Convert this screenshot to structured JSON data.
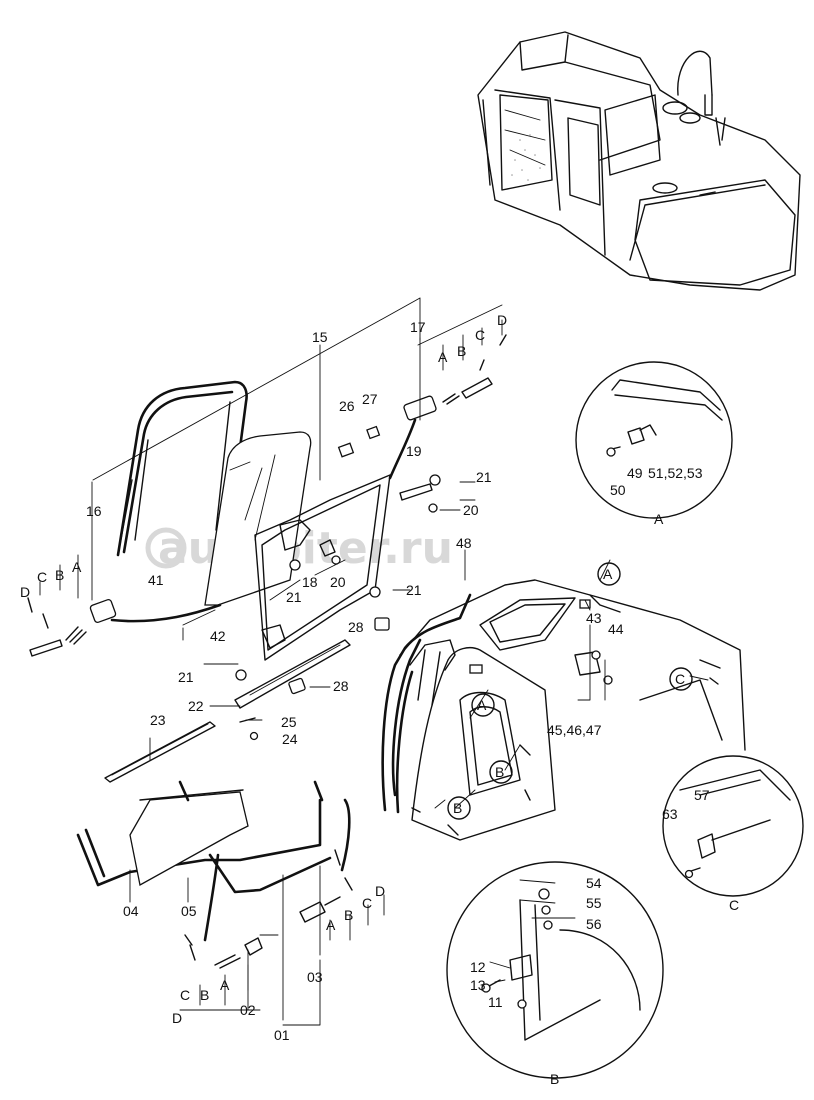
{
  "watermark": "autopiter.ru",
  "labels": {
    "p01": "01",
    "p02": "02",
    "p03": "03",
    "p04": "04",
    "p05": "05",
    "p11": "11",
    "p12": "12",
    "p13": "13",
    "p15": "15",
    "p16": "16",
    "p17": "17",
    "p18": "18",
    "p19": "19",
    "p20a": "20",
    "p20b": "20",
    "p21a": "21",
    "p21b": "21",
    "p21c": "21",
    "p21d": "21",
    "p22": "22",
    "p23": "23",
    "p24": "24",
    "p25": "25",
    "p26": "26",
    "p27": "27",
    "p28a": "28",
    "p28b": "28",
    "p41": "41",
    "p42": "42",
    "p43": "43",
    "p44": "44",
    "p454647": "45,46,47",
    "p48": "48",
    "p49": "49",
    "p50": "50",
    "p515253": "51,52,53",
    "p54": "54",
    "p55": "55",
    "p56": "56",
    "p57": "57",
    "p63": "63"
  },
  "letters": {
    "a16": "A",
    "b16": "B",
    "c16": "C",
    "d16": "D",
    "a17": "A",
    "b17": "B",
    "c17": "C",
    "d17": "D",
    "a02": "A",
    "b02": "B",
    "c02": "C",
    "d02": "D",
    "a03": "A",
    "b03": "B",
    "c03": "C",
    "d03": "D",
    "callout_a1": "A",
    "callout_a2": "A",
    "callout_b1": "B",
    "callout_b2": "B",
    "callout_c": "C",
    "detail_a": "A",
    "detail_b": "B",
    "detail_c": "C"
  }
}
